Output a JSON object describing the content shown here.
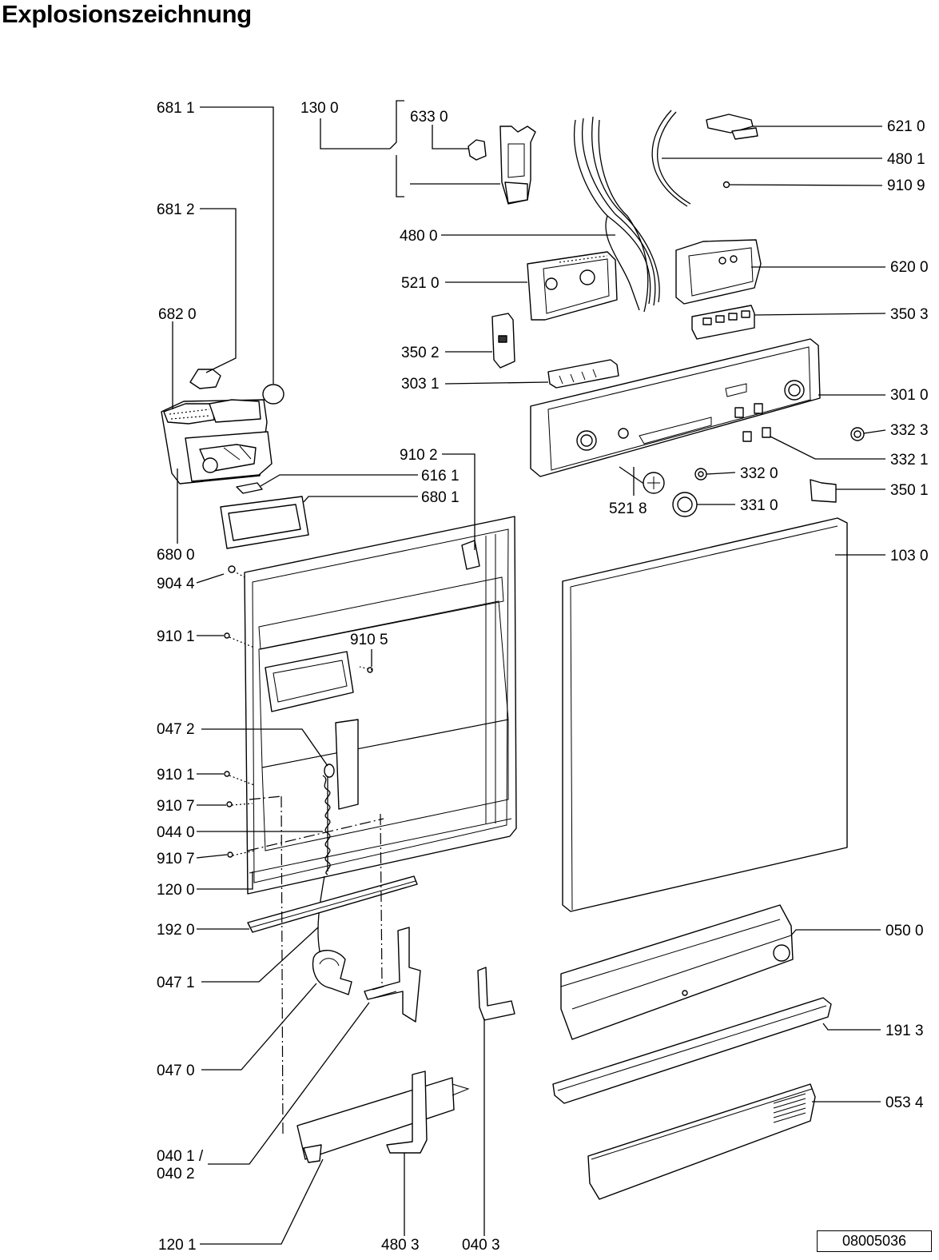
{
  "title": "Explosionszeichnung",
  "document_number": "08005036",
  "labels": {
    "l6811": "681 1",
    "l1300": "130 0",
    "l6330": "633 0",
    "l6210": "621 0",
    "l4801": "480 1",
    "l9109": "910 9",
    "l6812": "681 2",
    "l4800": "480 0",
    "l6200": "620 0",
    "l5210": "521 0",
    "l6820": "682 0",
    "l3503": "350 3",
    "l3502": "350 2",
    "l3031": "303 1",
    "l3010": "301 0",
    "l3323": "332 3",
    "l9102": "910 2",
    "l3321": "332 1",
    "l6161": "616 1",
    "l3320": "332 0",
    "l6801": "680 1",
    "l3501": "350 1",
    "l3310": "331 0",
    "l5218": "521 8",
    "l6800": "680 0",
    "l1030": "103 0",
    "l9044": "904 4",
    "l9101a": "910 1",
    "l9105": "910 5",
    "l0472": "047 2",
    "l9101b": "910 1",
    "l9107a": "910 7",
    "l0440": "044 0",
    "l9107b": "910 7",
    "l1200": "120 0",
    "l1920": "192 0",
    "l0500": "050 0",
    "l0471": "047 1",
    "l1913": "191 3",
    "l0470": "047 0",
    "l0534": "053 4",
    "l0401": "040 1 /",
    "l0402": "040 2",
    "l1201": "120 1",
    "l4803": "480 3",
    "l0403": "040 3"
  }
}
